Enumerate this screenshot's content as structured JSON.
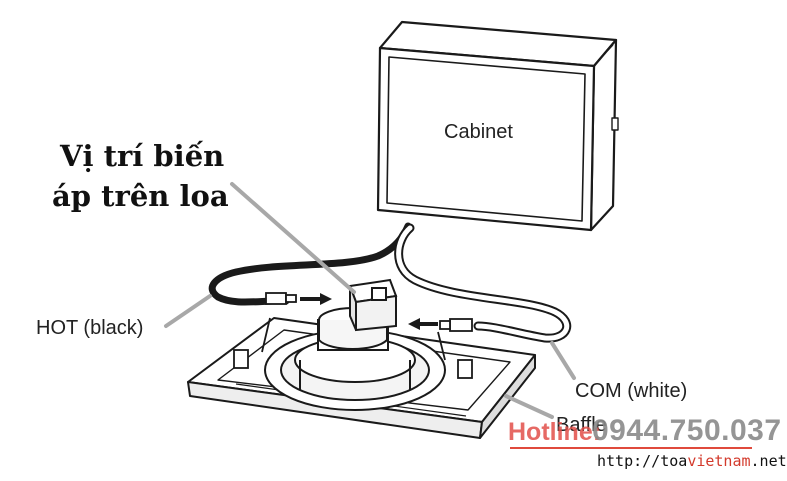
{
  "labels": {
    "cabinet": "Cabinet",
    "transformer_line1": "Vị trí biến",
    "transformer_line2": "áp trên loa",
    "hot": "HOT (black)",
    "com": "COM (white)",
    "baffle": "Baffle"
  },
  "watermark": {
    "hotline_prefix": "Hotline:",
    "hotline_number": "0944.750.037",
    "url_pre": "http://toa",
    "url_accent": "vietnam",
    "url_post": ".net"
  },
  "colors": {
    "line": "#1a1a1a",
    "pointer": "#a8a8a8",
    "hotline_red": "#e2504a",
    "underline_red": "#e04a3c"
  }
}
